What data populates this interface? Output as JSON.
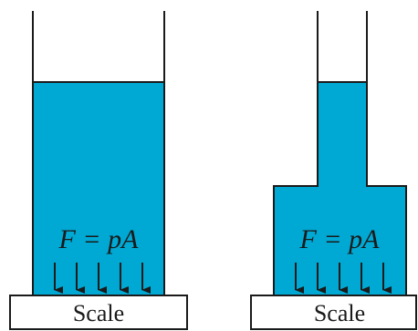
{
  "colors": {
    "fluid": "#00a9d4",
    "stroke": "#1a1a1a",
    "background": "#ffffff"
  },
  "left_container": {
    "formula": "F = pA",
    "scale_label": "Scale"
  },
  "right_container": {
    "formula": "F = pA",
    "scale_label": "Scale"
  }
}
